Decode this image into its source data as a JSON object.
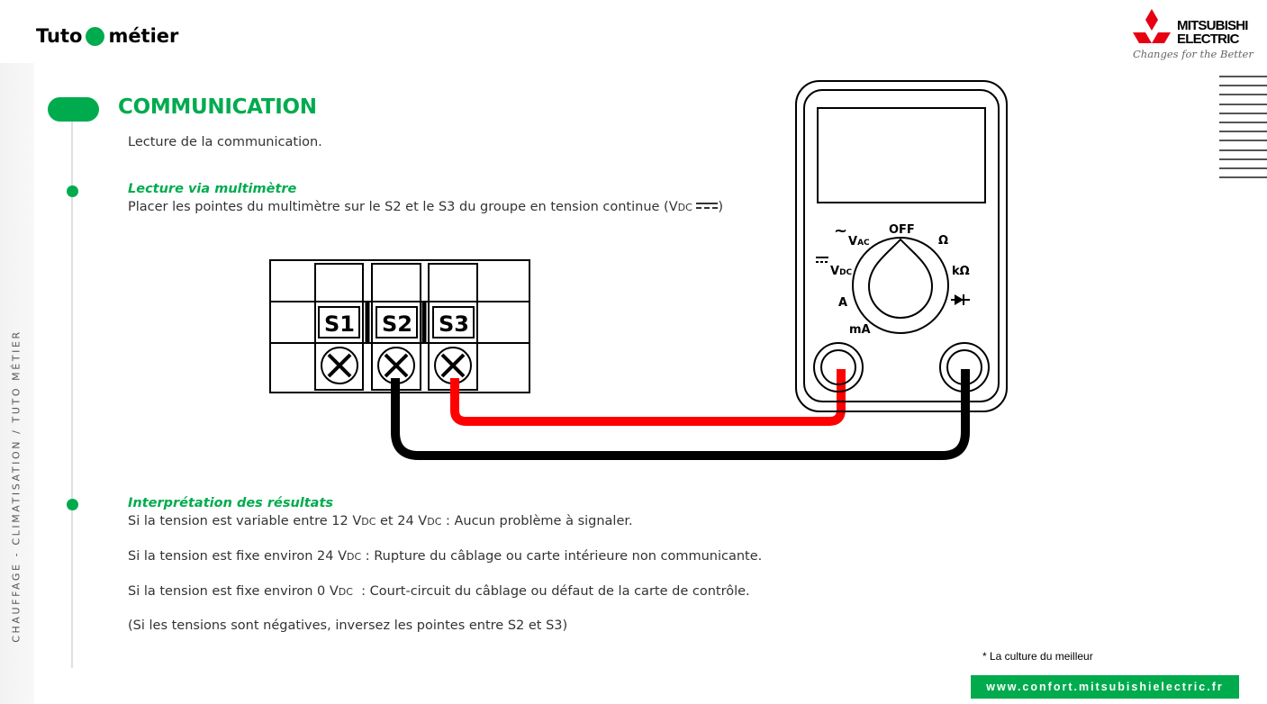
{
  "sidebar": {
    "vertical_label": "CHAUFFAGE - CLIMATISATION / TUTO MÉTIER"
  },
  "brand": {
    "left": "Tuto",
    "right": "métier"
  },
  "logo": {
    "line1": "MITSUBISHI",
    "line2": "ELECTRIC",
    "tagline": "Changes for the Better"
  },
  "section": {
    "title": "COMMUNICATION",
    "intro": "Lecture de la communication."
  },
  "step1": {
    "heading": "Lecture via multimètre",
    "text": "Placer les pointes du multimètre sur le S2 et le S3 du groupe en tension continue (V",
    "unit": "DC",
    "tail": ")"
  },
  "terminal": {
    "labels": [
      "S1",
      "S2",
      "S3"
    ]
  },
  "multimeter": {
    "off": "OFF",
    "vac": "V",
    "vac_sub": "AC",
    "vdc": "V",
    "vdc_sub": "DC",
    "amp": "A",
    "milliamp": "mA",
    "ohm": "Ω",
    "kohm": "kΩ"
  },
  "step2": {
    "heading": "Interprétation des résultats",
    "line1": {
      "a": "Si la tension est variable entre 12 V",
      "u1": "DC",
      "b": " et 24 V",
      "u2": "DC",
      "c": " : Aucun problème à signaler."
    },
    "line2": {
      "a": "Si la tension est fixe environ 24 V",
      "u": "DC",
      "b": " : Rupture du câblage ou carte intérieure non communicante."
    },
    "line3": {
      "a": "Si la tension est fixe environ 0 V",
      "u": "DC",
      "b": "  : Court-circuit du câblage ou défaut de la carte de contrôle."
    },
    "line4": "(Si les tensions sont négatives, inversez les pointes entre S2 et S3)"
  },
  "footer": {
    "note": "* La culture du meilleur",
    "url": "www.confort.mitsubishielectric.fr"
  },
  "colors": {
    "green": "#00ab4e",
    "red": "#e60012",
    "wire_red": "#ff0000"
  }
}
